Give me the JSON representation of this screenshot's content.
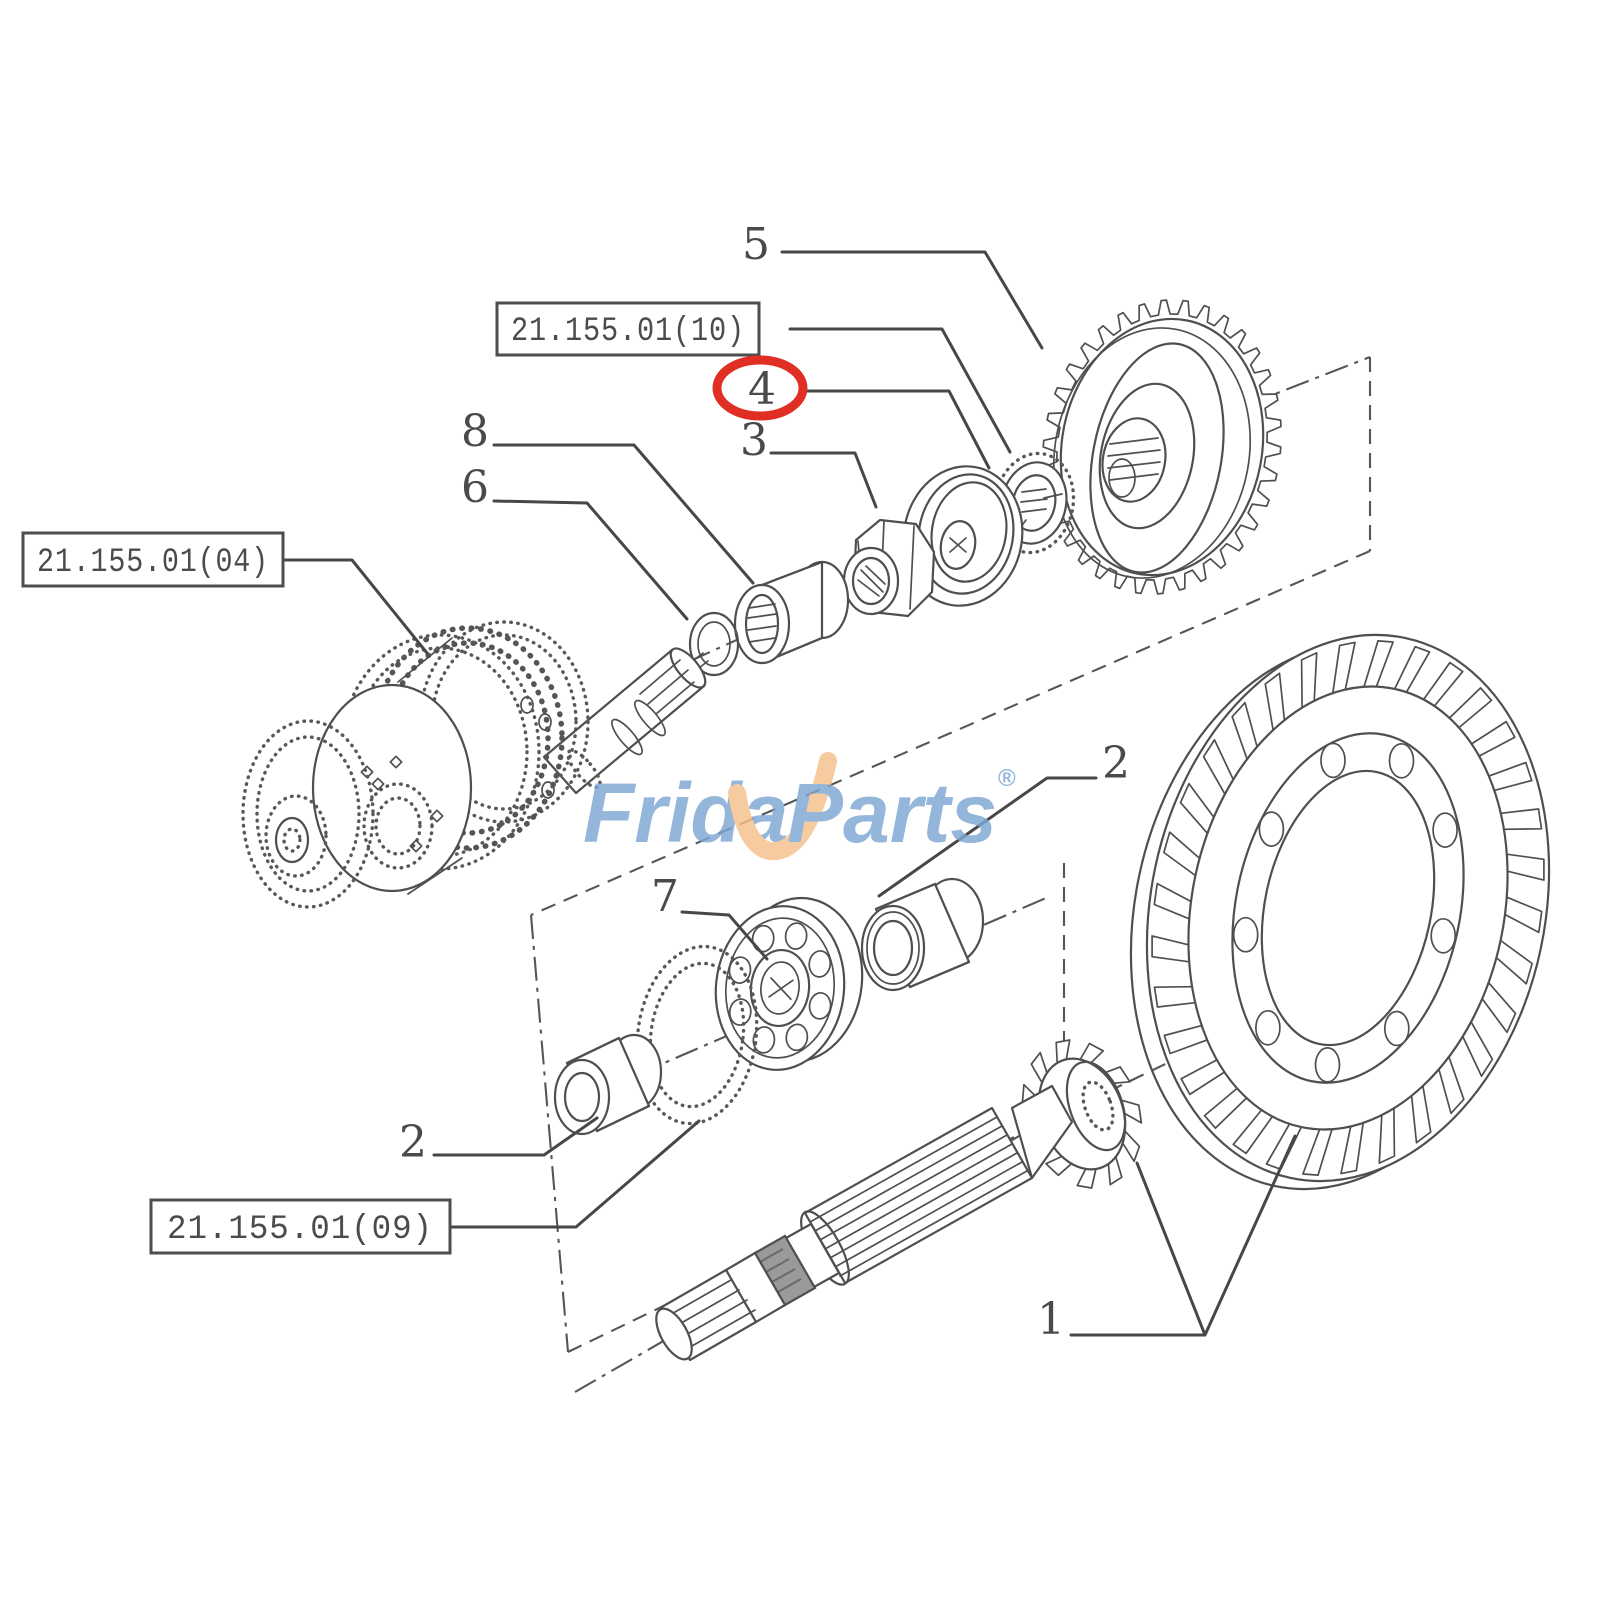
{
  "watermark": {
    "first": "Frida",
    "second": "Parts",
    "registered": "®"
  },
  "callouts": {
    "c1": "1",
    "c2_left": "2",
    "c2_right": "2",
    "c3": "3",
    "c4": "4",
    "c5": "5",
    "c6": "6",
    "c7": "7",
    "c8": "8"
  },
  "ref_boxes": {
    "top": "21.155.01(10)",
    "left": "21.155.01(04)",
    "bottom": "21.155.01(09)"
  },
  "colors": {
    "line": "#4f4f4f",
    "leader": "#474747",
    "highlight_red": "#e02f22",
    "logo_blue": "#7da7d4",
    "logo_orange": "#f4c08b",
    "background": "#ffffff"
  }
}
